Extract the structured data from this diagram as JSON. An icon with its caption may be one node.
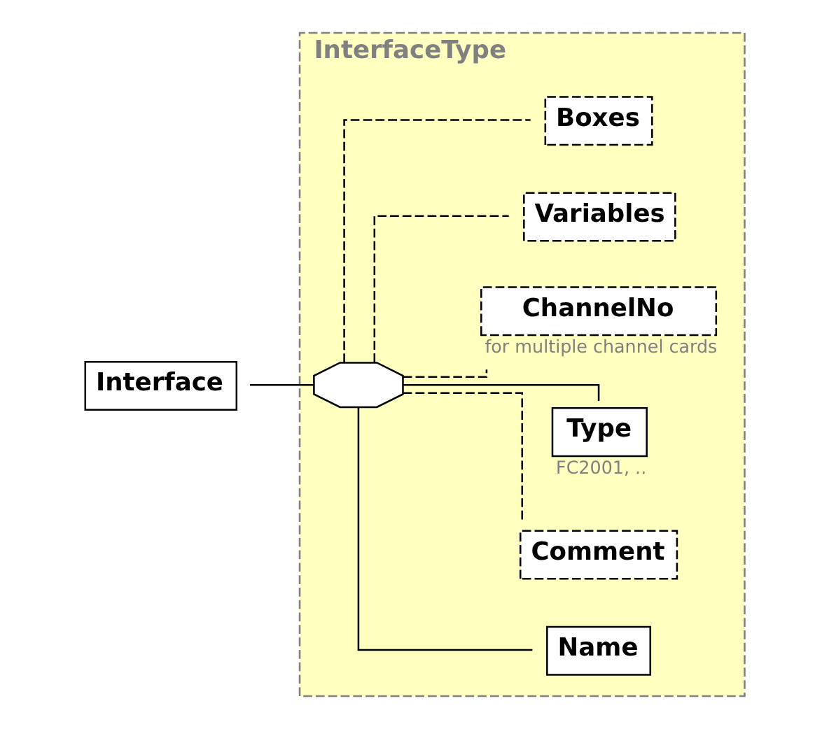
{
  "diagram": {
    "nodes": [
      {
        "text": [
          "Interface"
        ]
      },
      {
        "text": [
          "InterfaceType"
        ]
      },
      {
        "text": [],
        "shape": "octagon",
        "in": 1
      },
      {
        "text": [
          "Name"
        ],
        "in": 1
      },
      {
        "text": [
          "Comment"
        ],
        "in": 1
      },
      {
        "text": [
          "Type"
        ],
        "beside": [
          "FC2001, .."
        ],
        "in": 1
      },
      {
        "text": [
          "ChannelNo"
        ],
        "beside": [
          "for multiple channel cards"
        ],
        "in": 1
      },
      {
        "text": [
          "Variables"
        ],
        "in": 1
      },
      {
        "text": [
          "Boxes"
        ],
        "in": 1
      }
    ],
    "edges": [
      {
        "from": 0,
        "to": 2,
        "arrow": "none"
      },
      {
        "from": 2,
        "to": 3,
        "arrow": "none"
      },
      {
        "from": 2,
        "to": 4,
        "arrow": "none",
        "style": "dashed"
      },
      {
        "from": 2,
        "to": 5,
        "arrow": "none"
      },
      {
        "from": 2,
        "to": 6,
        "arrow": "none",
        "style": "dashed"
      },
      {
        "from": 2,
        "to": 7,
        "arrow": "none",
        "style": "dashed"
      },
      {
        "from": 2,
        "to": 8,
        "arrow": "none",
        "style": "dashed"
      }
    ]
  }
}
